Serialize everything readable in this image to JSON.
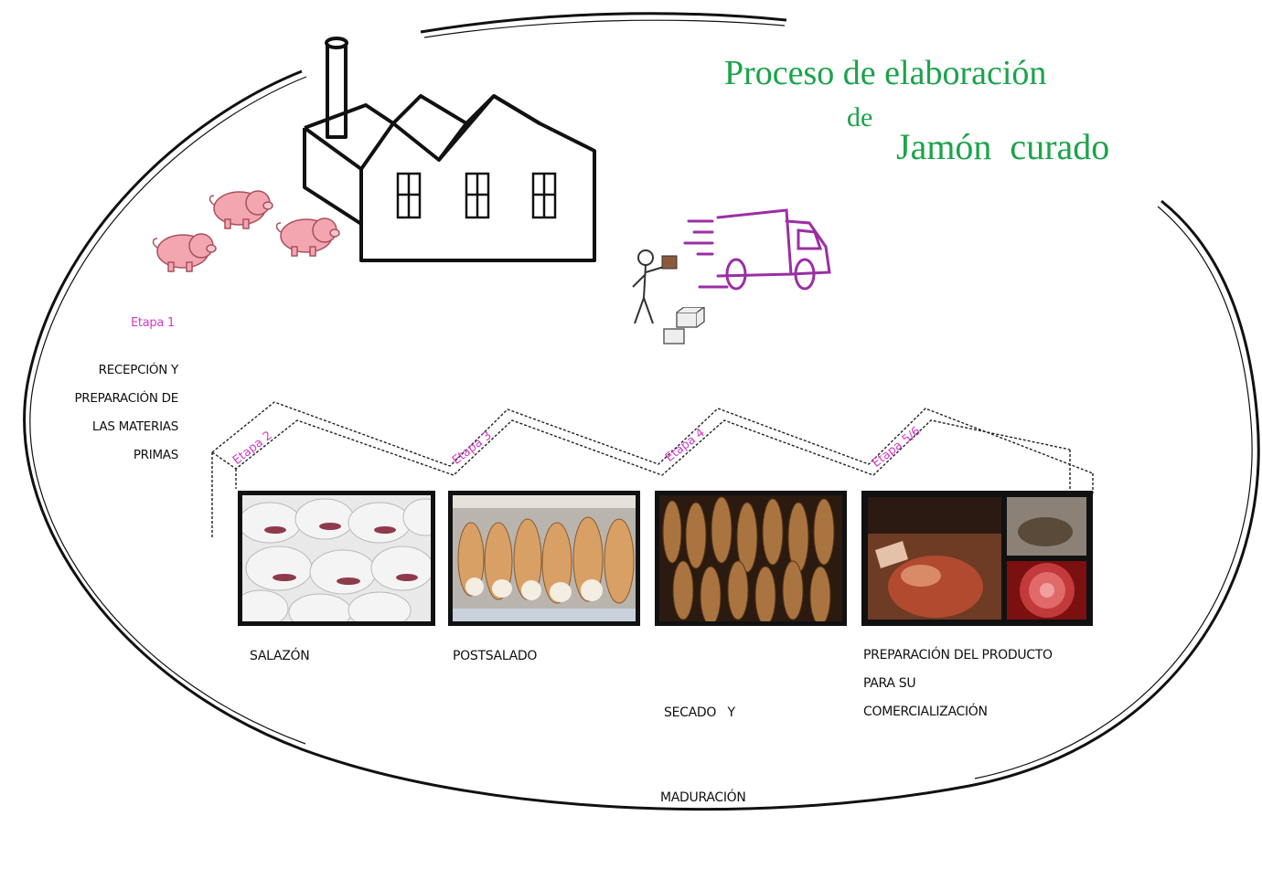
{
  "title": {
    "line1": "Proceso de elaboración",
    "de": "de",
    "line2": "Jamón  curado",
    "color": "#1ba34a"
  },
  "stage1": {
    "tag": "Etapa 1",
    "lines": [
      "RECEPCIÓN Y",
      "PREPARACIÓN DE",
      "LAS MATERIAS",
      "PRIMAS"
    ]
  },
  "stages": [
    {
      "tag": "Etapa 2",
      "caption_lines": [
        "SALAZÓN"
      ]
    },
    {
      "tag": "Etapa 3",
      "caption_lines": [
        "POSTSALADO"
      ]
    },
    {
      "tag": "Etapa  4",
      "caption_lines": [
        "SECADO   Y",
        "MADURACIÓN"
      ]
    },
    {
      "tag": "Etapa 5/6",
      "caption_lines": [
        "PREPARACIÓN DEL PRODUCTO",
        "PARA SU",
        "COMERCIALIZACIÓN"
      ]
    }
  ],
  "icons": [
    "pig-icon",
    "factory-icon",
    "worker-icon",
    "box-icon",
    "truck-icon"
  ],
  "colors": {
    "accent": "#d23bc6",
    "truck": "#9b2ea4",
    "pig": "#f3a6b0"
  }
}
